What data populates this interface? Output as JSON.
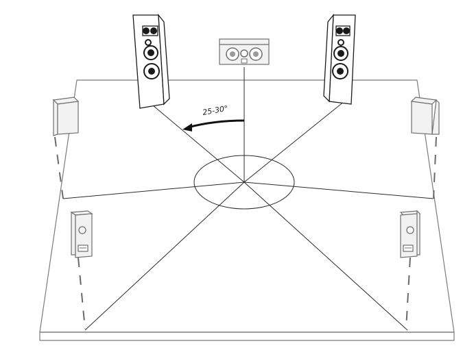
{
  "diagram": {
    "angle_label": "25-30°",
    "speakers": [
      {
        "id": "front-left",
        "type": "tower",
        "icon": "floor-standing-speaker-icon"
      },
      {
        "id": "center",
        "type": "center",
        "icon": "center-channel-speaker-icon"
      },
      {
        "id": "front-right",
        "type": "tower",
        "icon": "floor-standing-speaker-icon"
      },
      {
        "id": "side-left",
        "type": "surround",
        "icon": "surround-speaker-icon"
      },
      {
        "id": "side-right",
        "type": "surround",
        "icon": "surround-speaker-icon"
      },
      {
        "id": "rear-left",
        "type": "surround-back",
        "icon": "bookshelf-speaker-icon"
      },
      {
        "id": "rear-right",
        "type": "surround-back",
        "icon": "bookshelf-speaker-icon"
      }
    ],
    "colors": {
      "line": "#2a2a2a",
      "outline": "#7a7a7a",
      "speaker_fill": "#f2f2f2"
    }
  }
}
